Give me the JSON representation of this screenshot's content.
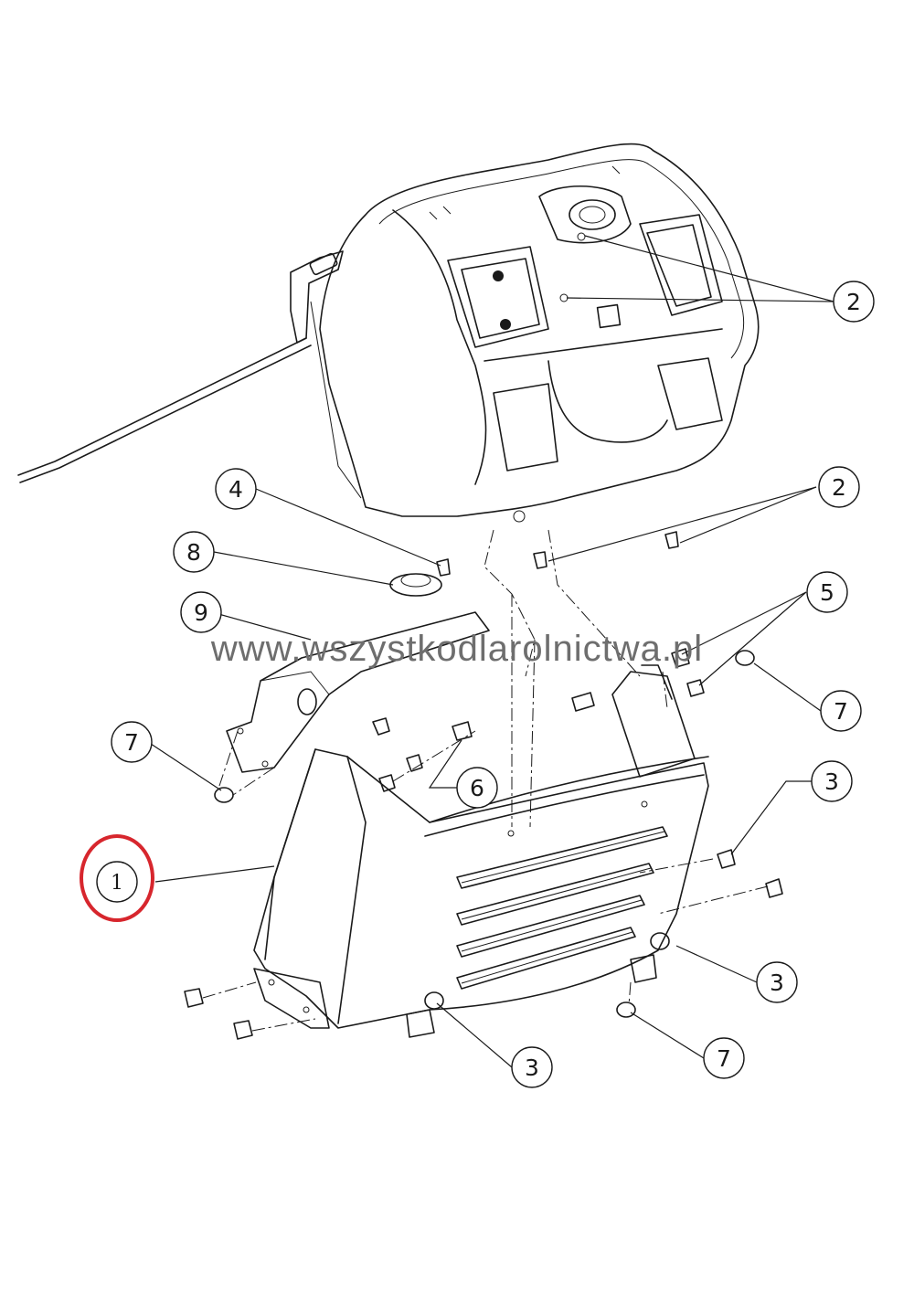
{
  "watermark": "www.wszystkodlarolnictwa.pl",
  "colors": {
    "line": "#1a1a1a",
    "highlight": "#d7262d",
    "watermark": "#6e6e6e"
  },
  "callouts": [
    {
      "id": "c2a",
      "label": "2"
    },
    {
      "id": "c2b",
      "label": "2"
    },
    {
      "id": "c4",
      "label": "4"
    },
    {
      "id": "c8",
      "label": "8"
    },
    {
      "id": "c9",
      "label": "9"
    },
    {
      "id": "c5",
      "label": "5"
    },
    {
      "id": "c7a",
      "label": "7"
    },
    {
      "id": "c7b",
      "label": "7"
    },
    {
      "id": "c6",
      "label": "6"
    },
    {
      "id": "c3a",
      "label": "3"
    },
    {
      "id": "c1",
      "label": "1"
    },
    {
      "id": "c3b",
      "label": "3"
    },
    {
      "id": "c3c",
      "label": "3"
    },
    {
      "id": "c7c",
      "label": "7"
    }
  ]
}
